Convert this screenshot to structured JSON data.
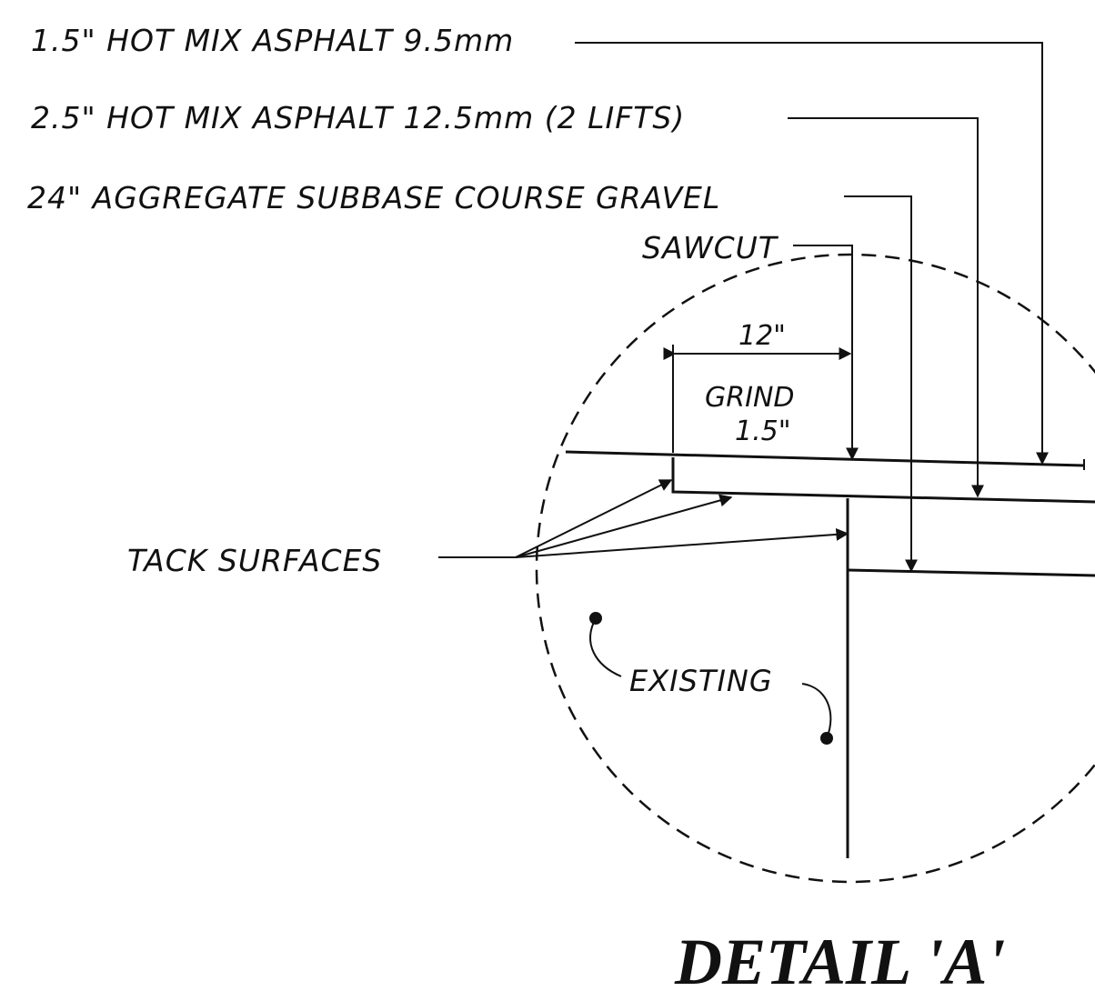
{
  "callouts": {
    "hma_top": "1.5\" HOT MIX ASPHALT 9.5mm",
    "hma_base": "2.5\" HOT MIX ASPHALT 12.5mm (2 LIFTS)",
    "subbase": "24\" AGGREGATE SUBBASE COURSE GRAVEL",
    "sawcut": "SAWCUT",
    "tack": "TACK SURFACES"
  },
  "dimension": {
    "width": "12\"",
    "grind_label": "GRIND",
    "grind_depth": "1.5\""
  },
  "existing_label": "EXISTING",
  "title": "DETAIL 'A'"
}
